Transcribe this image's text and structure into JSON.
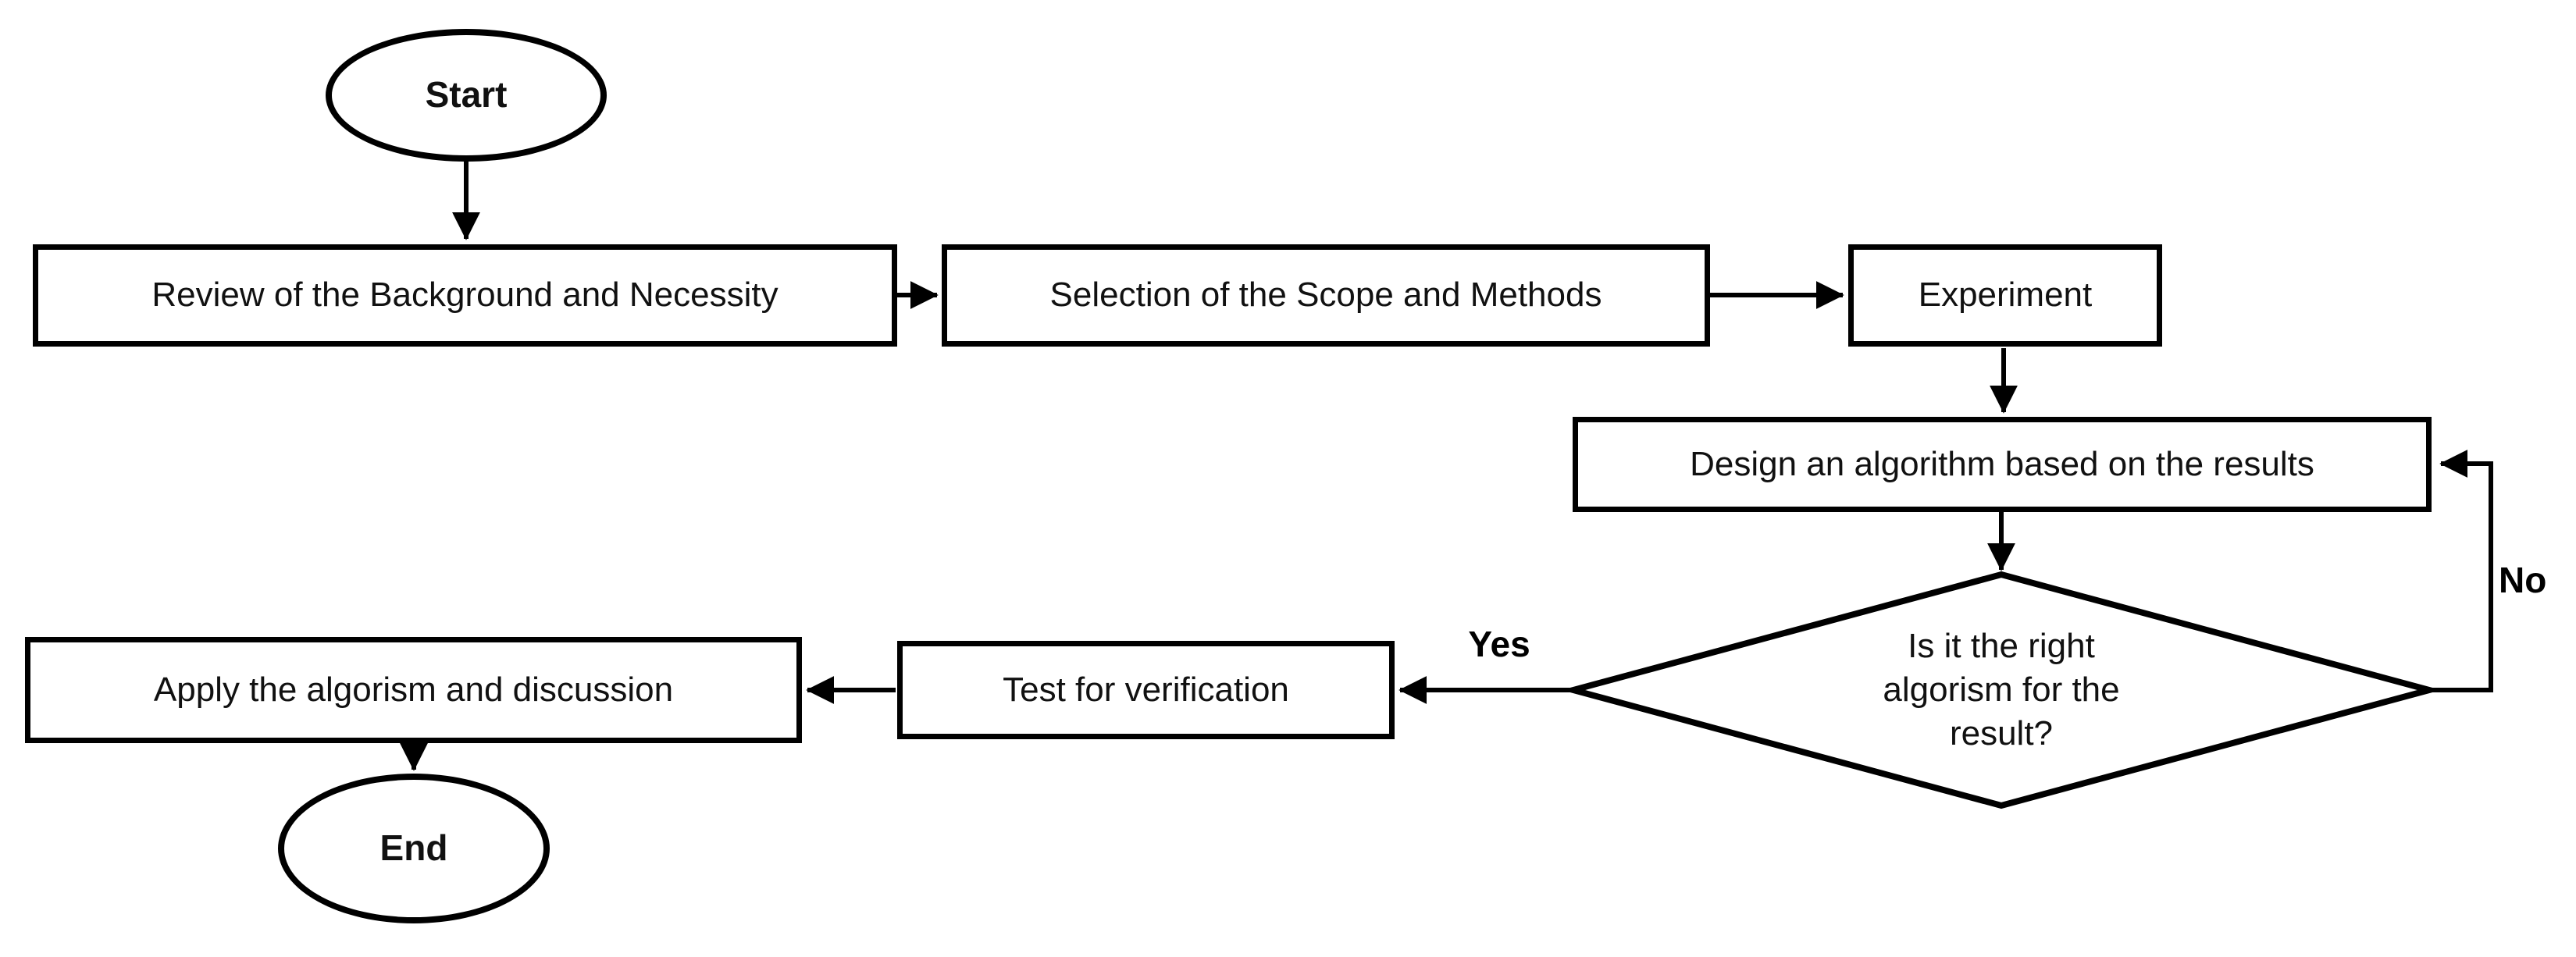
{
  "flowchart": {
    "nodes": {
      "start": {
        "label": "Start"
      },
      "review": {
        "label": "Review of the Background and Necessity"
      },
      "selection": {
        "label": "Selection of the Scope and Methods"
      },
      "experiment": {
        "label": "Experiment"
      },
      "design": {
        "label": "Design an algorithm based on the results"
      },
      "decision": {
        "lines": [
          "Is it the right",
          "algorism for the",
          "result?"
        ]
      },
      "test": {
        "label": "Test for verification"
      },
      "apply": {
        "label": "Apply the algorism and discussion"
      },
      "end": {
        "label": "End"
      }
    },
    "edge_labels": {
      "yes": "Yes",
      "no": "No"
    },
    "colors": {
      "stroke": "#000000",
      "fill": "#ffffff",
      "text": "#111111"
    }
  }
}
